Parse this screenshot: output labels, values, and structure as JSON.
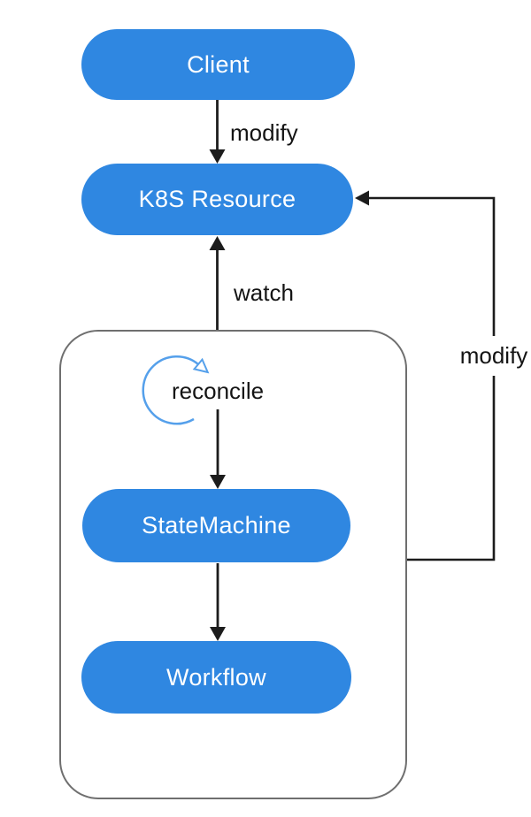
{
  "nodes": {
    "client": {
      "label": "Client"
    },
    "k8s_resource": {
      "label": "K8S Resource"
    },
    "statemachine": {
      "label": "StateMachine"
    },
    "workflow": {
      "label": "Workflow"
    }
  },
  "edge_labels": {
    "modify_top": "modify",
    "watch": "watch",
    "reconcile": "reconcile",
    "modify_return": "modify"
  },
  "colors": {
    "node_fill": "#2F87E1",
    "node_text": "#ffffff",
    "edge_stroke": "#1c1c1c",
    "reconcile_loop": "#55A0EB",
    "container_border": "#6f6f6f",
    "background": "#ffffff"
  }
}
